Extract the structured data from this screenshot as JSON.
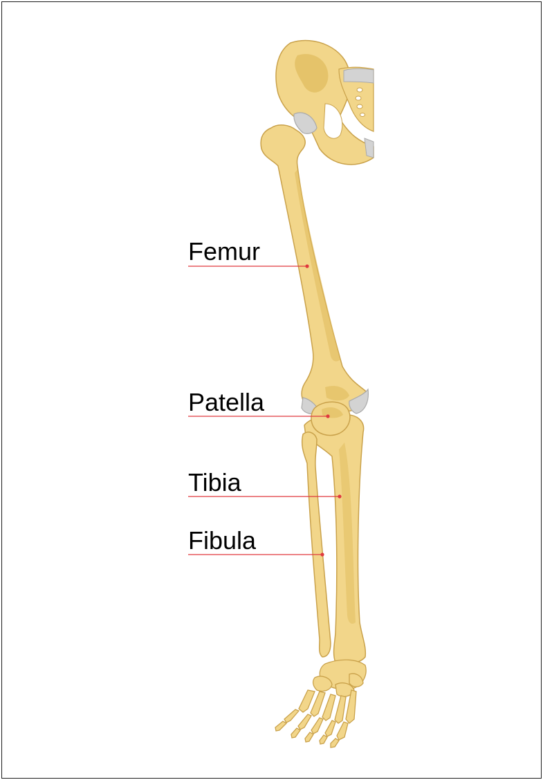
{
  "labels": {
    "femur": "Femur",
    "patella": "Patella",
    "tibia": "Tibia",
    "fibula": "Fibula"
  },
  "colors": {
    "bone": "#f2d68a",
    "bone_shadow": "#e0bb5c",
    "bone_outline": "#c9a14a",
    "cartilage": "#d3d3d3",
    "leader_line": "#e0393e",
    "frame": "#1a1a1a"
  }
}
